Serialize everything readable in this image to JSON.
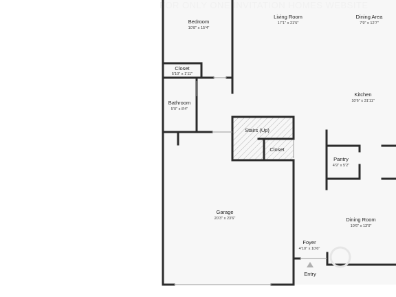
{
  "watermark": "FOR ONLY ONE INVITATION HOMES WEBSITE",
  "colors": {
    "floor": "#f7f7f7",
    "wall": "#2b2b2b",
    "stairs_fill": "#e4e4e4"
  },
  "rooms": {
    "bedroom": {
      "name": "Bedroom",
      "dim": "10'8\" x 15'4\""
    },
    "living_room": {
      "name": "Living Room",
      "dim": "17'1\" x 21'5\""
    },
    "dining_area": {
      "name": "Dining Area",
      "dim": "7'9\" x 12'7\""
    },
    "closet_bed": {
      "name": "Closet",
      "dim": "5'10\" x 1'11\""
    },
    "kitchen": {
      "name": "Kitchen",
      "dim": "10'6\" x 31'11\""
    },
    "bathroom": {
      "name": "Bathroom",
      "dim": "5'0\" x 8'4\""
    },
    "stairs": {
      "name": "Stairs (Up)"
    },
    "closet_stairs": {
      "name": "Closet"
    },
    "pantry": {
      "name": "Pantry",
      "dim": "4'9\" x 5'2\""
    },
    "garage": {
      "name": "Garage",
      "dim": "20'3\" x 23'6\""
    },
    "dining_room": {
      "name": "Dining Room",
      "dim": "10'6\" x 13'0\""
    },
    "foyer": {
      "name": "Foyer",
      "dim": "4'10\" x 10'6\""
    }
  },
  "entry_label": "Entry"
}
